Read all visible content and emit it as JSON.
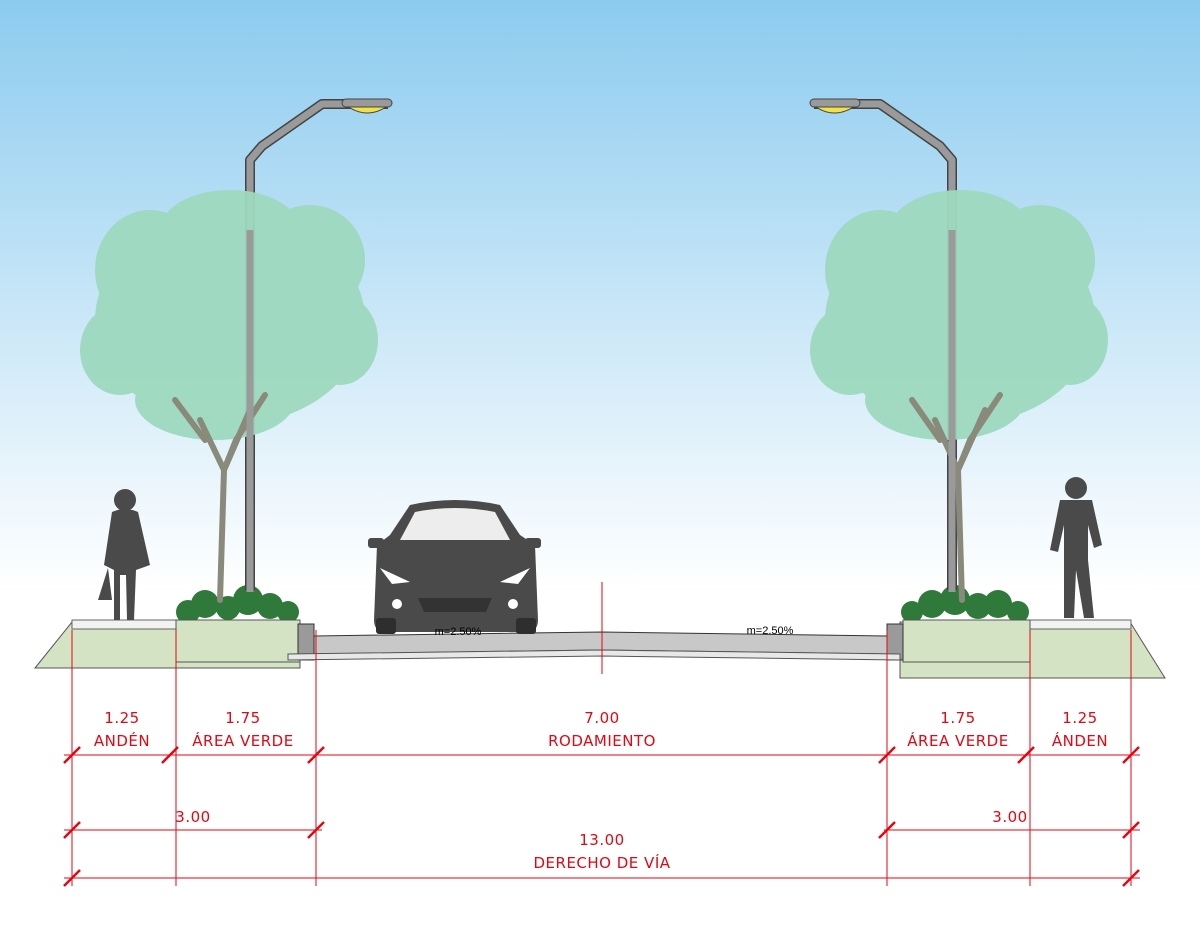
{
  "colors": {
    "sky_top": "#8ccbef",
    "sky_bottom": "#ffffff",
    "dimension": "#e30613",
    "foliage": "#9ed9bf",
    "trunk": "#8a8a7a",
    "silhouette": "#4a4a4a",
    "verge": "#d3e3c3",
    "pavement": "#c8c8c8",
    "lamp": "#9a9a9a",
    "lamp_light": "#f2e24a"
  },
  "slopes": {
    "left": "m=2.50%",
    "right": "m=2.50%"
  },
  "dimensions": {
    "anden_left": {
      "value": "1.25",
      "label": "ANDÉN"
    },
    "verde_left": {
      "value": "1.75",
      "label": "ÁREA VERDE"
    },
    "rodamiento": {
      "value": "7.00",
      "label": "RODAMIENTO"
    },
    "verde_right": {
      "value": "1.75",
      "label": "ÁREA VERDE"
    },
    "anden_right": {
      "value": "1.25",
      "label": "ÁNDEN"
    },
    "subtotal_left": {
      "value": "3.00"
    },
    "subtotal_right": {
      "value": "3.00"
    },
    "total": {
      "value": "13.00",
      "label": "DERECHO DE VÍA"
    }
  },
  "icons": {
    "street_lamps": "street-lamp-icon",
    "trees": "tree-icon",
    "pedestrians": "pedestrian-icon",
    "car": "car-icon",
    "shrubs": "shrub-icon"
  }
}
